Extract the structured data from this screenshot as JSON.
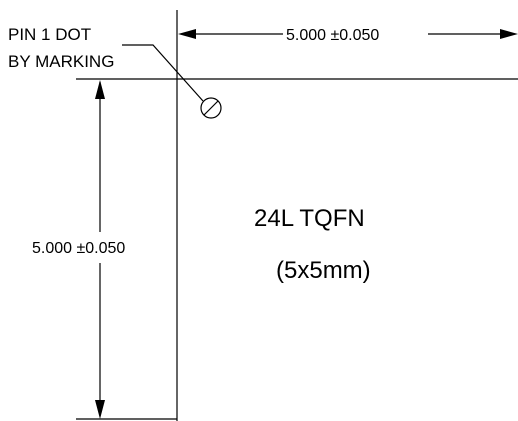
{
  "callout": {
    "line1": "PIN 1 DOT",
    "line2": "BY MARKING"
  },
  "dimensions": {
    "width": "5.000 ±0.050",
    "height": "5.000 ±0.050"
  },
  "package": {
    "line1": "24L TQFN",
    "line2": "(5x5mm)"
  },
  "pin1_symbol": "⊘"
}
